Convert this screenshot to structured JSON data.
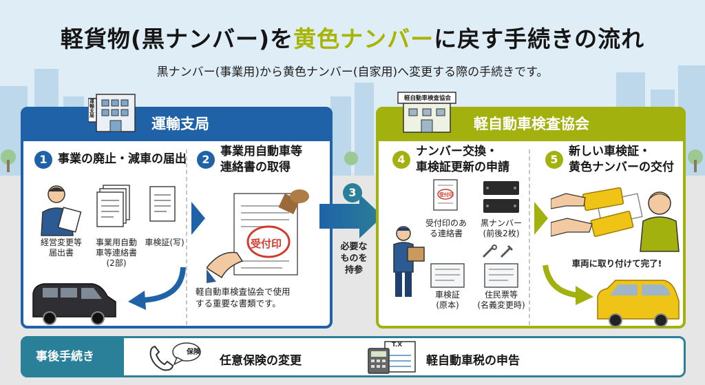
{
  "title": {
    "part1": "軽貨物(黒ナンバー)を",
    "part2": "黄色ナンバー",
    "part3": "に戻す手続きの流れ"
  },
  "subtitle": "黒ナンバー(事業用)から黄色ナンバー(自家用)へ変更する際の手続きです。",
  "left_panel": {
    "header": "運輸支局",
    "building_sign": "運輸支局",
    "step1": {
      "num": "1",
      "title": "事業の廃止・減車の届出",
      "docs": [
        {
          "label": "経営変更等\n届出書"
        },
        {
          "label": "事業用自動\n車等連絡書\n(2部)"
        },
        {
          "label": "車検証(写)"
        }
      ]
    },
    "step2": {
      "num": "2",
      "title": "事業用自動車等\n連絡書の取得",
      "stamp": "受付印",
      "note": "軽自動車検査協会で使用\nする重要な書類です。"
    }
  },
  "middle": {
    "num": "3",
    "text": "必要な\nものを\n持参"
  },
  "right_panel": {
    "header": "軽自動車検査協会",
    "building_sign": "軽自動車検査協会",
    "step4": {
      "num": "4",
      "title": "ナンバー交換・\n車検証更新の申請",
      "doc_stamp": "受付印",
      "items": [
        {
          "label": "受付印のあ\nる連絡書"
        },
        {
          "label": "黒ナンバー\n(前後2枚)"
        },
        {
          "label": "車検証\n(原本)"
        },
        {
          "label": "住民票等\n(名義変更時)"
        }
      ]
    },
    "step5": {
      "num": "5",
      "title": "新しい車検証・\n黄色ナンバーの交付",
      "done": "車両に取り付けて完了!"
    }
  },
  "bottom": {
    "label": "事後手続き",
    "speech": "保険",
    "item1": "任意保険の変更",
    "tax_tag": "T.X",
    "item2": "軽自動車税の申告"
  },
  "colors": {
    "blue": "#1f62a7",
    "green": "#a3b10e",
    "teal": "#2a7f99",
    "title_yellow": "#a8b400"
  }
}
